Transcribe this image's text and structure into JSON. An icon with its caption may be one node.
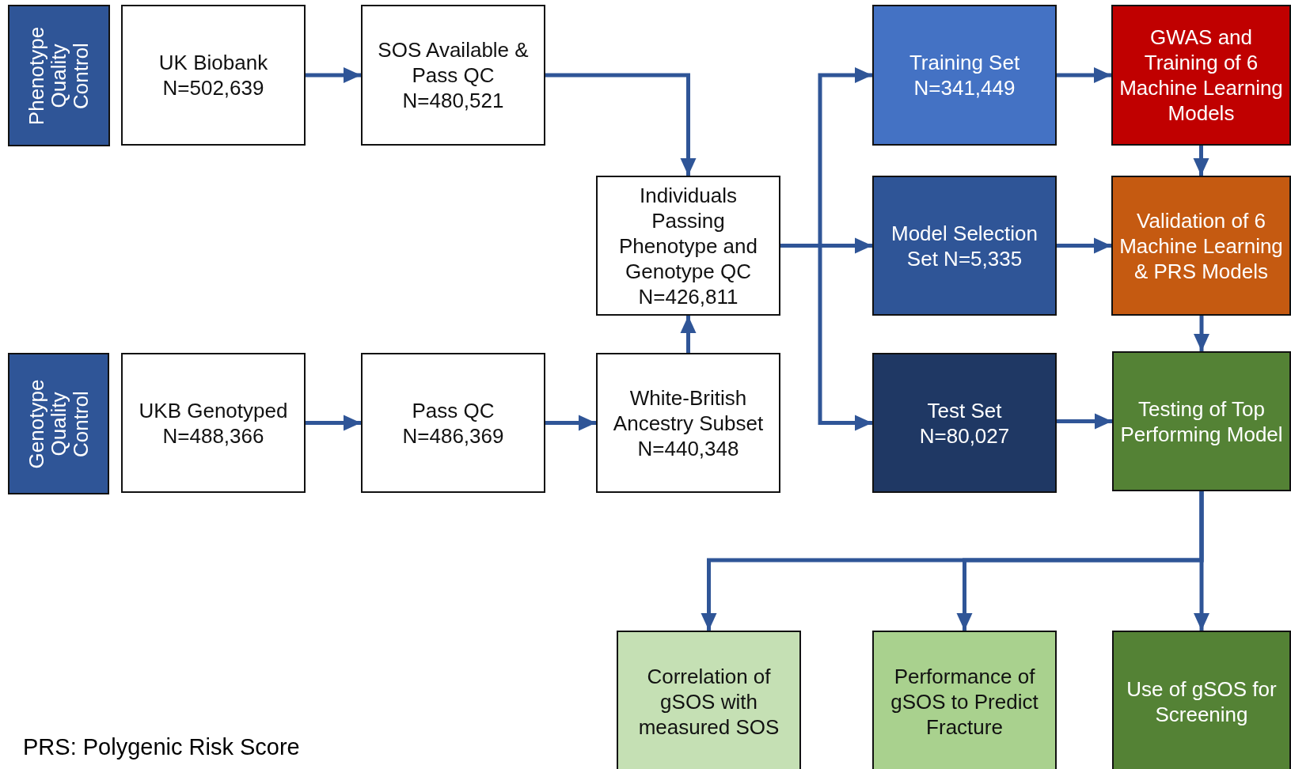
{
  "diagram": {
    "nodes": [
      {
        "text": [
          "Phenotype Quality Control"
        ]
      },
      {
        "text": [
          "UK Biobank N=502,639"
        ]
      },
      {
        "text": [
          "SOS Available & Pass QC N=480,521"
        ]
      },
      {
        "text": [
          "Individuals Passing Phenotype and Genotype QC N=426,811"
        ]
      },
      {
        "text": [
          "Genotype Quality Control"
        ]
      },
      {
        "text": [
          "UKB Genotyped N=488,366"
        ]
      },
      {
        "text": [
          "Pass QC N=486,369"
        ]
      },
      {
        "text": [
          "White-British Ancestry Subset N=440,348"
        ]
      },
      {
        "text": [
          "Training Set N=341,449"
        ]
      },
      {
        "text": [
          "Model Selection Set N=5,335"
        ]
      },
      {
        "text": [
          "Test Set N=80,027"
        ]
      },
      {
        "text": [
          "GWAS and Training of 6 Machine Learning Models"
        ]
      },
      {
        "text": [
          "Validation of 6 Machine Learning & PRS Models"
        ]
      },
      {
        "text": [
          "Testing of Top Performing Model"
        ]
      },
      {
        "text": [
          "Correlation of gSOS with measured SOS"
        ]
      },
      {
        "text": [
          "Performance of gSOS to Predict Fracture"
        ]
      },
      {
        "text": [
          "Use of gSOS for Screening"
        ]
      }
    ],
    "edges": [
      {
        "from": 1,
        "to": 2,
        "arrow": "to"
      },
      {
        "from": 2,
        "to": 3,
        "arrow": "to"
      },
      {
        "from": 5,
        "to": 6,
        "arrow": "to"
      },
      {
        "from": 6,
        "to": 7,
        "arrow": "to"
      },
      {
        "from": 7,
        "to": 3,
        "arrow": "to"
      },
      {
        "from": 3,
        "to": 8,
        "arrow": "to"
      },
      {
        "from": 3,
        "to": 9,
        "arrow": "to"
      },
      {
        "from": 3,
        "to": 10,
        "arrow": "to"
      },
      {
        "from": 8,
        "to": 11,
        "arrow": "to"
      },
      {
        "from": 9,
        "to": 12,
        "arrow": "to"
      },
      {
        "from": 10,
        "to": 13,
        "arrow": "to"
      },
      {
        "from": 11,
        "to": 12,
        "arrow": "to"
      },
      {
        "from": 12,
        "to": 13,
        "arrow": "to"
      },
      {
        "from": 13,
        "to": 14,
        "arrow": "to"
      },
      {
        "from": 13,
        "to": 15,
        "arrow": "to"
      },
      {
        "from": 13,
        "to": 16,
        "arrow": "to"
      }
    ],
    "labels": [
      "PRS: Polygenic Risk Score"
    ]
  }
}
